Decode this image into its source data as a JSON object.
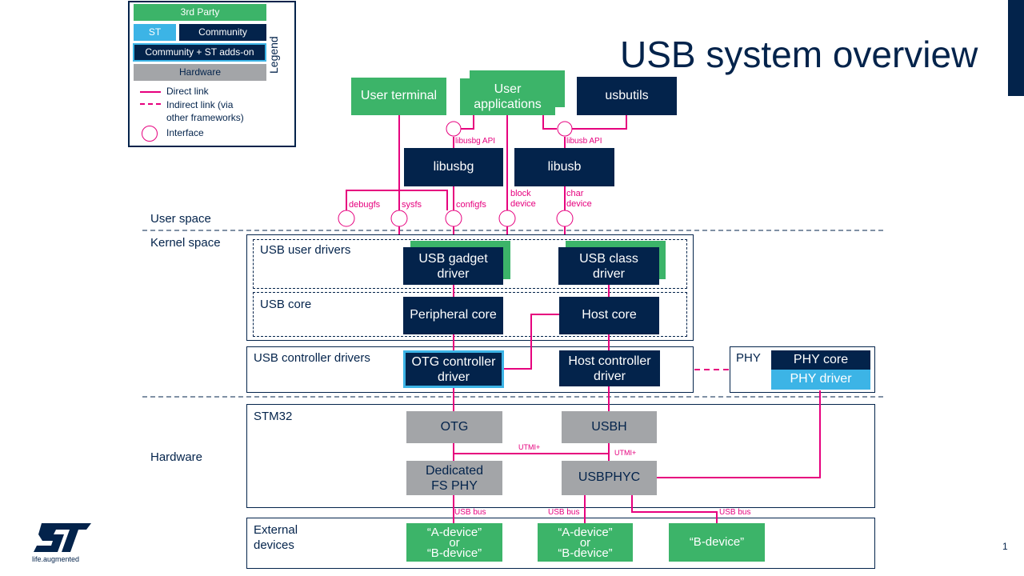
{
  "title": "USB system overview",
  "page_number": "1",
  "logo": {
    "text": "ST",
    "tagline": "life.augmented"
  },
  "legend": {
    "label": "Legend",
    "third_party": "3rd Party",
    "st": "ST",
    "community": "Community",
    "community_st": "Community + ST adds-on",
    "hardware": "Hardware",
    "direct_link": "Direct link",
    "indirect_link": "Indirect link (via\nother frameworks)",
    "interface": "Interface"
  },
  "zones": {
    "user_space": "User space",
    "kernel_space": "Kernel space",
    "hardware": "Hardware"
  },
  "apps": {
    "user_terminal": "User terminal",
    "user_applications": "User\napplications",
    "usbutils": "usbutils",
    "libusbg": "libusbg",
    "libusb": "libusb"
  },
  "interfaces": {
    "libusbg_api": "libusbg API",
    "libusb_api": "libusb API",
    "debugfs": "debugfs",
    "sysfs": "sysfs",
    "configfs": "configfs",
    "block_device": "block\ndevice",
    "char_device": "char\ndevice"
  },
  "kernel": {
    "usb_user_drivers": "USB user drivers",
    "usb_gadget_driver": "USB gadget\ndriver",
    "usb_class_driver": "USB class\ndriver",
    "usb_core": "USB core",
    "peripheral_core": "Peripheral core",
    "host_core": "Host core",
    "usb_controller_drivers": "USB controller drivers",
    "otg_controller_driver": "OTG controller\ndriver",
    "host_controller_driver": "Host controller\ndriver",
    "phy": "PHY",
    "phy_core": "PHY core",
    "phy_driver": "PHY driver"
  },
  "hardware": {
    "stm32": "STM32",
    "otg": "OTG",
    "usbh": "USBH",
    "dedicated_fs_phy": "Dedicated\nFS PHY",
    "usbphyc": "USBPHYC",
    "utmi_1": "UTMI+",
    "utmi_2": "UTMI+"
  },
  "external": {
    "label": "External\ndevices",
    "device_1": "“A-device”\nor\n“B-device”",
    "device_2": "“A-device”\nor\n“B-device”",
    "device_3": "“B-device”",
    "usb_bus_1": "USB bus",
    "usb_bus_2": "USB bus",
    "usb_bus_3": "USB bus"
  },
  "colors": {
    "navy": "#03234b",
    "green": "#3cb469",
    "cyan": "#3cb4e6",
    "grey": "#a3a5a8",
    "link": "#e6007e"
  }
}
